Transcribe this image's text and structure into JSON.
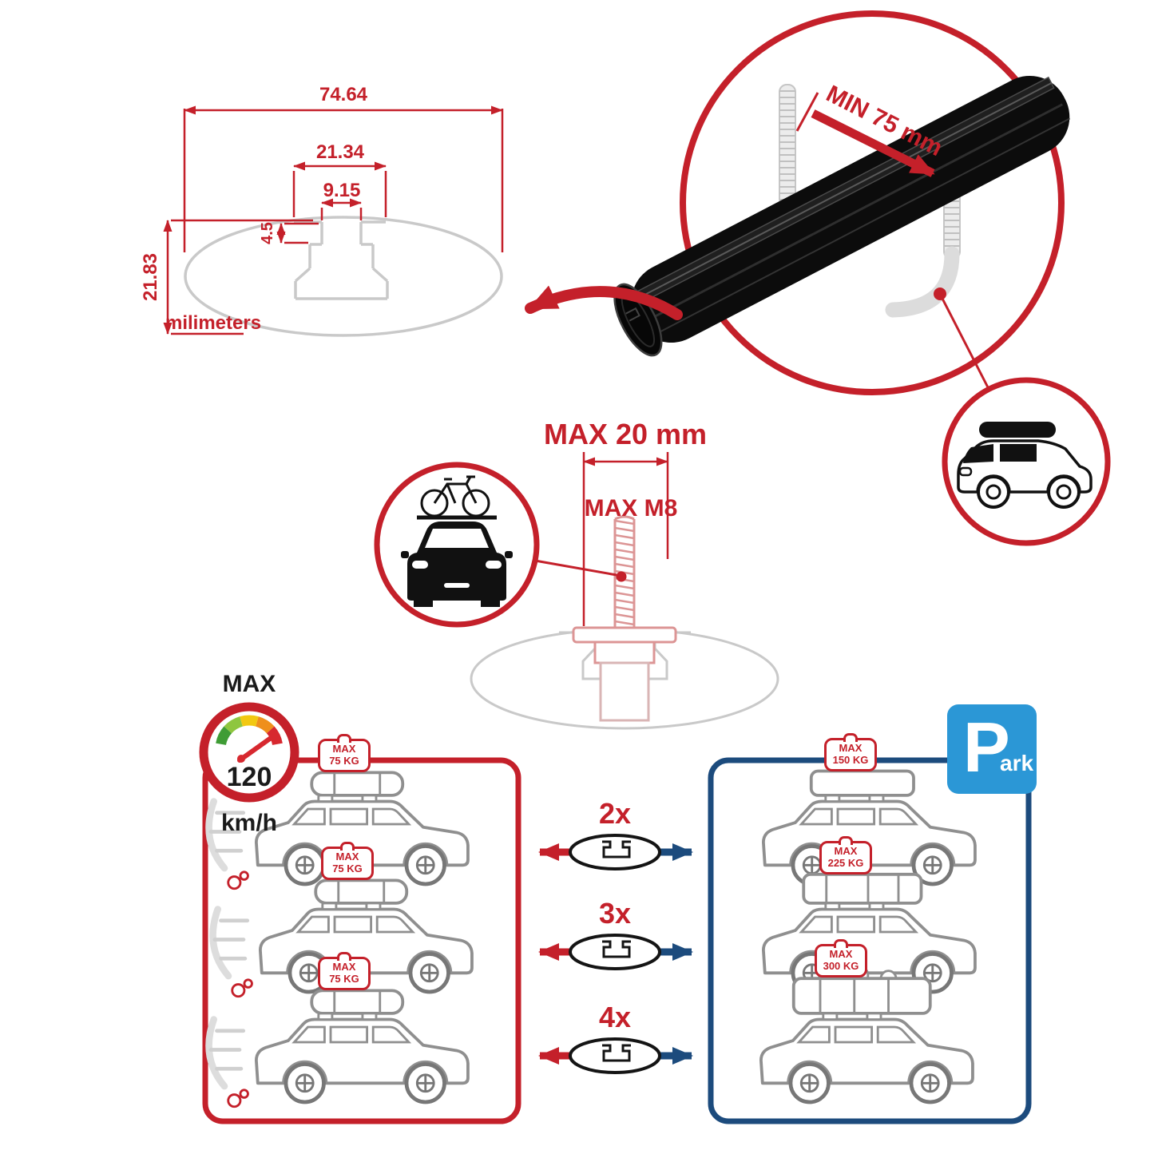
{
  "dimension_diagram": {
    "total_width": "74.64",
    "channel_width": "21.34",
    "slot_width": "9.15",
    "lip_depth": "4.5",
    "total_height": "21.83",
    "units": "milimeters"
  },
  "crossbar_detail": {
    "min_clearance": "MIN 75 mm"
  },
  "bolt_detail": {
    "max_length": "MAX 20 mm",
    "max_thread": "MAX M8"
  },
  "speed_limit": {
    "label": "MAX",
    "value": "120",
    "unit": "km/h"
  },
  "comparison": {
    "multipliers": [
      "2x",
      "3x",
      "4x"
    ],
    "left_tags": [
      {
        "line1": "MAX",
        "line2": "75 KG"
      },
      {
        "line1": "MAX",
        "line2": "75 KG"
      },
      {
        "line1": "MAX",
        "line2": "75 KG"
      }
    ],
    "right_tags": [
      {
        "line1": "MAX",
        "line2": "150 KG"
      },
      {
        "line1": "MAX",
        "line2": "225 KG"
      },
      {
        "line1": "MAX",
        "line2": "300 KG"
      }
    ],
    "park_sign": {
      "letter": "P",
      "suffix": "ark"
    }
  },
  "colors": {
    "accent_red": "#c4202a",
    "accent_blue": "#1c4b7d",
    "park_blue": "#2b97d6",
    "bar_black": "#0c0c0c",
    "line_gray": "#c9c9c9",
    "gauge_green": "#3f9c35",
    "gauge_yellow": "#f2c811",
    "gauge_orange": "#ef8f1c",
    "gauge_red": "#d7282f"
  }
}
